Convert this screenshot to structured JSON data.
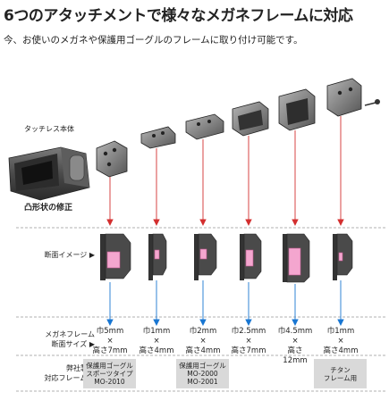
{
  "title": "6つのアタッチメントで様々なメガネフレームに対応",
  "subtitle": "今、お使いのメガネや保護用ゴーグルのフレームに取り付け可能です。",
  "labels": {
    "device": "タッチレス本体",
    "shape_fix": "凸形状の修正",
    "section_image": "断面イメージ ▶",
    "frame_size_l1": "メガネフレーム",
    "frame_size_l2": "断面サイズ ▶",
    "compat_l1": "弊社製品",
    "compat_l2": "対応フレーム ▶"
  },
  "sizes": [
    {
      "w": "巾5mm",
      "x": "×",
      "h": "高さ7mm"
    },
    {
      "w": "巾1mm",
      "x": "×",
      "h": "高さ4mm"
    },
    {
      "w": "巾2mm",
      "x": "×",
      "h": "高さ4mm"
    },
    {
      "w": "巾2.5mm",
      "x": "×",
      "h": "高さ7mm"
    },
    {
      "w": "巾4.5mm",
      "x": "×",
      "h": "高さ12mm"
    },
    {
      "w": "巾1mm",
      "x": "×",
      "h": "高さ4mm"
    }
  ],
  "frames": [
    {
      "l1": "保護用ゴーグル",
      "l2": "スポーツタイプ",
      "l3": "MO-2010"
    },
    {
      "l1": "保護用ゴーグル",
      "l2": "MO-2000",
      "l3": "MO-2001"
    },
    {
      "l1": "チタン",
      "l2": "フレーム用"
    }
  ],
  "colors": {
    "arrow_red": "#d32f2f",
    "arrow_blue": "#1976d2",
    "frame_pink": "#f4a6cf",
    "tag_gray": "#d9d9d9",
    "part_dark": "#3a3a3a"
  }
}
